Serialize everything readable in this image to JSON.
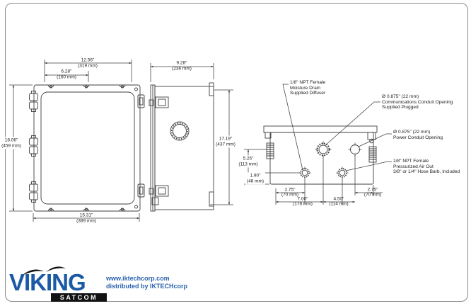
{
  "drawing": {
    "subject": "enclosure-dimension-drawing",
    "views": [
      "front-view",
      "side-view",
      "bottom-view"
    ]
  },
  "dimensions": {
    "front_width_flange": {
      "in": "12.56\"",
      "mm": "(319 mm)"
    },
    "front_width_half": {
      "in": "6.28\"",
      "mm": "(160 mm)"
    },
    "front_height": {
      "in": "18.06\"",
      "mm": "(459 mm)"
    },
    "front_width_base": {
      "in": "15.31\"",
      "mm": "(389 mm)"
    },
    "side_depth": {
      "in": "9.28\"",
      "mm": "(236 mm)"
    },
    "side_height": {
      "in": "17.19\"",
      "mm": "(437 mm)"
    },
    "bottom_offset_left": {
      "in": "2.75\"",
      "mm": "(70 mm)"
    },
    "bottom_span_drain": {
      "in": "7.00\"",
      "mm": "(178 mm)"
    },
    "bottom_span_conduits": {
      "in": "4.50\"",
      "mm": "(114 mm)"
    },
    "bottom_offset_right": {
      "in": "2.75\"",
      "mm": "(70 mm)"
    },
    "bottom_conduit_height": {
      "in": "5.25\"",
      "mm": "(113 mm)"
    },
    "bottom_drain_height": {
      "in": "1.90\"",
      "mm": "(48 mm)"
    }
  },
  "callouts": {
    "moisture_drain": "1/8\" NPT Female\nMoisture Drain\nSupplied Diffuser",
    "comms_conduit": "Ø 0.875\" (22 mm)\nCommunications Conduit Opening\nSupplied Plugged",
    "power_conduit": "Ø 0.875\" (22 mm)\nPower Conduit Opening",
    "air_out": "1/8\" NPT Female\nPressurized Air Out\n3/8\" or 1/4\" Hose Barb, Included"
  },
  "branding": {
    "logo_text": "VIKING",
    "logo_sub": "SATCOM",
    "website": "www.iktechcorp.com",
    "distributor": "distributed by IKTECHcorp"
  },
  "colors": {
    "line": "#3f3f3f",
    "text": "#1d1d1d",
    "logo_blue": "#1b5aa5",
    "logo_black": "#121212",
    "link_blue": "#2b63ad",
    "frame_border": "#8a8a8a"
  }
}
